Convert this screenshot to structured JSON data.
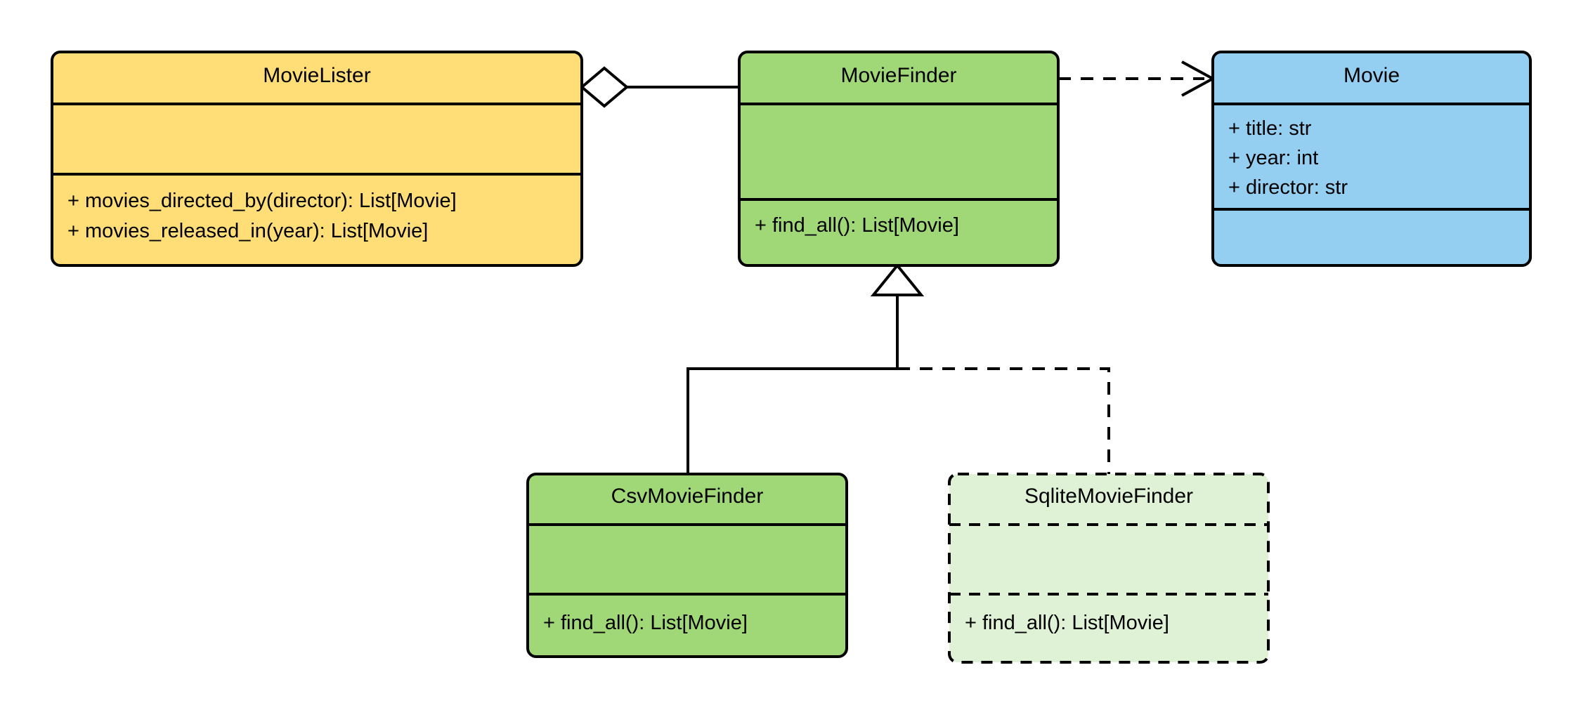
{
  "diagram": {
    "kind": "uml-class-diagram",
    "background": "#ffffff",
    "stroke_color": "#000000"
  },
  "palette": {
    "yellow": "#FFDD77",
    "green": "#A0D878",
    "blue": "#94CFF2",
    "pale_green": "#E0F2D6",
    "white": "#FFFFFF",
    "black": "#000000"
  },
  "classes": {
    "movie_lister": {
      "name": "MovieLister",
      "fill": "#FFDD77",
      "border_style": "solid",
      "attributes": [],
      "methods": [
        "+ movies_directed_by(director): List[Movie]",
        "+ movies_released_in(year): List[Movie]"
      ]
    },
    "movie_finder": {
      "name": "MovieFinder",
      "fill": "#A0D878",
      "border_style": "solid",
      "attributes": [],
      "methods": [
        "+ find_all(): List[Movie]"
      ]
    },
    "movie": {
      "name": "Movie",
      "fill": "#94CFF2",
      "border_style": "solid",
      "attributes": [
        "+ title: str",
        "+ year: int",
        "+ director: str"
      ],
      "methods": []
    },
    "csv_movie_finder": {
      "name": "CsvMovieFinder",
      "fill": "#A0D878",
      "border_style": "solid",
      "attributes": [],
      "methods": [
        "+ find_all(): List[Movie]"
      ]
    },
    "sqlite_movie_finder": {
      "name": "SqliteMovieFinder",
      "fill": "#E0F2D6",
      "border_style": "dashed",
      "attributes": [],
      "methods": [
        "+ find_all(): List[Movie]"
      ]
    }
  },
  "relationships": [
    {
      "id": "lister-finder-aggregation",
      "type": "aggregation",
      "from": "MovieLister",
      "to": "MovieFinder",
      "line_style": "solid",
      "marker": "hollow-diamond"
    },
    {
      "id": "finder-movie-dependency",
      "type": "dependency",
      "from": "MovieFinder",
      "to": "Movie",
      "line_style": "dashed",
      "marker": "open-arrow"
    },
    {
      "id": "csv-finder-generalization",
      "type": "generalization",
      "from": "CsvMovieFinder",
      "to": "MovieFinder",
      "line_style": "solid",
      "marker": "hollow-triangle"
    },
    {
      "id": "sqlite-finder-generalization",
      "type": "generalization",
      "from": "SqliteMovieFinder",
      "to": "MovieFinder",
      "line_style": "dashed",
      "marker": "hollow-triangle"
    }
  ]
}
